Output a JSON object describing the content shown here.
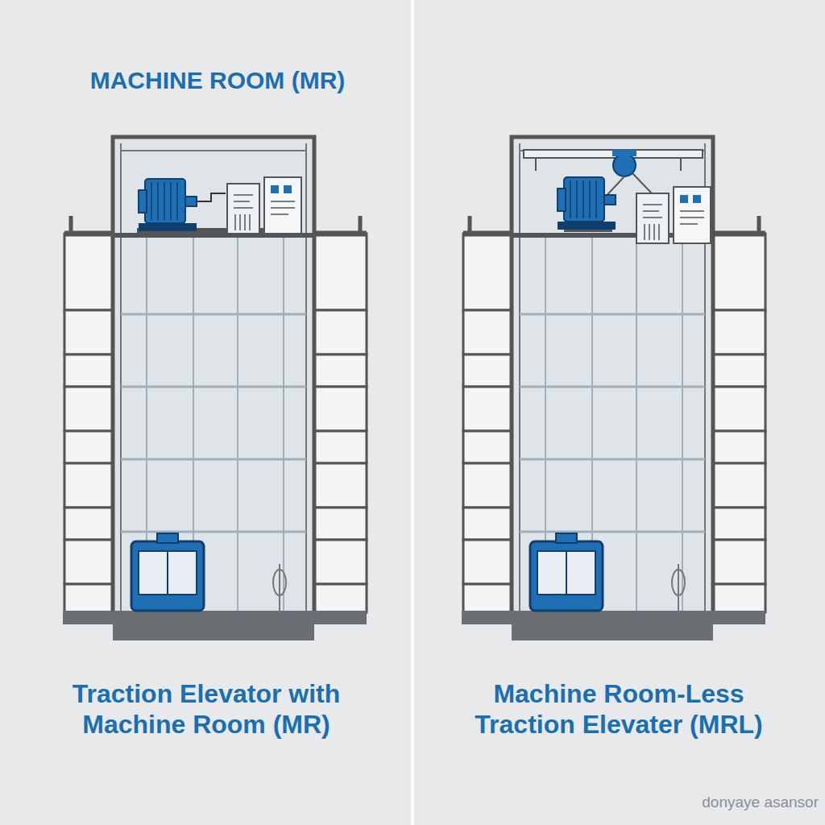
{
  "diagram": {
    "labels": [
      "MACHINE ROOM (MR)",
      "Traction Elevator with Machine Room (MR)",
      "Machine Room-Less Traction Elevater (MRL)",
      "donyaye asansor"
    ]
  }
}
